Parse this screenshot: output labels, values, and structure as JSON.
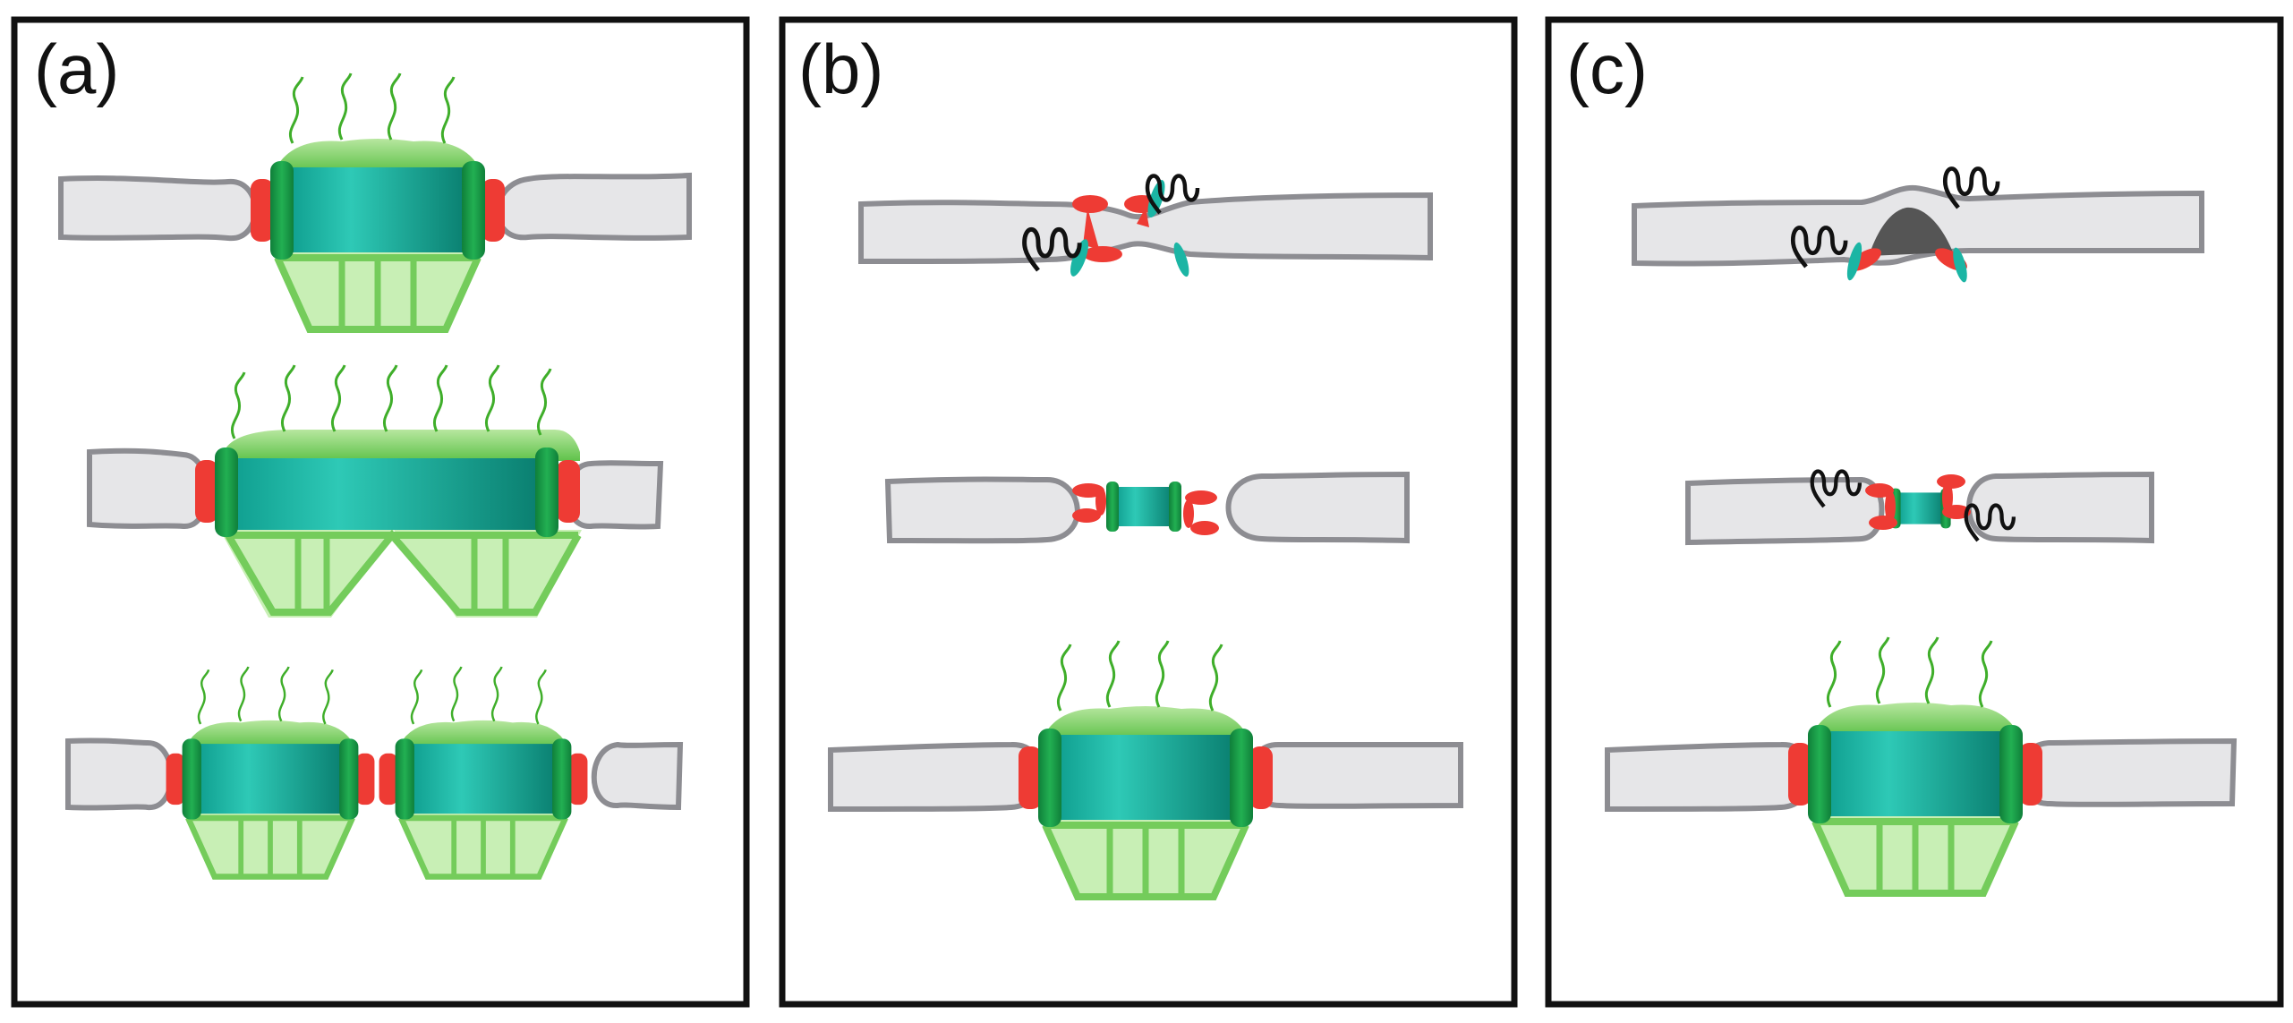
{
  "panels": [
    {
      "label": "(a)",
      "rows": [
        {
          "kind": "single-npc"
        },
        {
          "kind": "elongated-npc"
        },
        {
          "kind": "double-npc"
        }
      ]
    },
    {
      "label": "(b)",
      "rows": [
        {
          "kind": "fused-pore-proteins"
        },
        {
          "kind": "small-npc"
        },
        {
          "kind": "single-npc"
        }
      ]
    },
    {
      "label": "(c)",
      "rows": [
        {
          "kind": "bulge-pore-proteins"
        },
        {
          "kind": "small-npc-proteins"
        },
        {
          "kind": "single-npc"
        }
      ]
    }
  ],
  "colors": {
    "membrane_fill": "#e6e6e8",
    "membrane_stroke": "#8d8d92",
    "cylinder_teal": "#1bb5a4",
    "cylinder_dark": "#0c8a7a",
    "ring_green": "#169c45",
    "red_anchor": "#ee3b34",
    "basket_green": "#85d66c",
    "filament_green": "#3fae2a",
    "dark_gray": "#555555",
    "black": "#111111"
  },
  "icons": [
    "nuclear-pore-complex-icon",
    "nuclear-membrane-icon",
    "fg-filament-icon",
    "nuclear-basket-icon",
    "transmembrane-protein-icon"
  ]
}
